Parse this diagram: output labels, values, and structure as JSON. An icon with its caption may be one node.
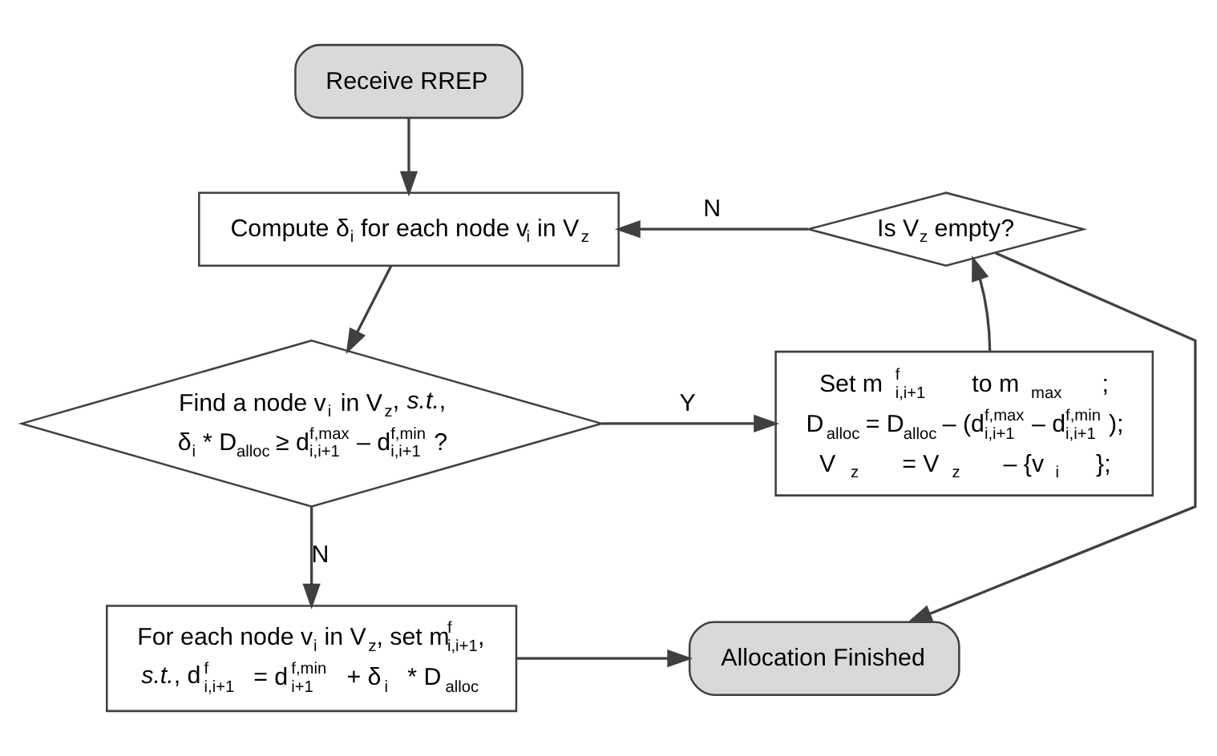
{
  "diagram": {
    "nodes": [
      {
        "text": [
          "Receive RREP"
        ]
      },
      {
        "text": [
          "Compute δ$_{i}$ for each node v$_{i}$ in V$_{z}$"
        ]
      },
      {
        "text": [
          "Is V$_{z}$ empty?"
        ]
      },
      {
        "text": [
          "Find a node v$_{i}$ in V$_{z}$, *s.t.*,",
          "δ$_{i}$ * D$_{alloc}$ ≥ d$^{f,max}$$_{i,i+1}$ – d$^{f,min}$$_{i,i+1}$ ?"
        ]
      },
      {
        "text": [
          "Set m$^{f}$$_{i,i+1}$ to m$_{max}$;",
          "D$_{alloc}$ = D$_{alloc}$ – (d$^{f,max}$$_{i,i+1}$ – d$^{f,min}$$_{i,i+1}$ );",
          "V$_{z}$ = V$_{z}$ – {v$_{i}$};"
        ]
      },
      {
        "text": [
          "For each node v$_{i}$ in V$_{z}$, set m$^{f}$$_{i,i+1}$,",
          "*s.t.*, d$^{f}$$_{i,i+1}$ = d$^{f,min}$$_{i+1}$ + δ$_{i}$ * D$_{alloc}$"
        ]
      },
      {
        "text": [
          "Allocation Finished"
        ]
      }
    ],
    "edges": [
      {
        "from": 0,
        "to": 1,
        "arrow": "to"
      },
      {
        "from": 2,
        "to": 1,
        "arrow": "to",
        "label": "N"
      },
      {
        "from": 1,
        "to": 3,
        "arrow": "to"
      },
      {
        "from": 3,
        "to": 4,
        "arrow": "to",
        "label": "Y"
      },
      {
        "from": 4,
        "to": 2,
        "arrow": "to"
      },
      {
        "from": 3,
        "to": 5,
        "arrow": "to",
        "label": "N"
      },
      {
        "from": 5,
        "to": 6,
        "arrow": "to"
      },
      {
        "from": 2,
        "to": 6,
        "arrow": "to"
      }
    ]
  }
}
